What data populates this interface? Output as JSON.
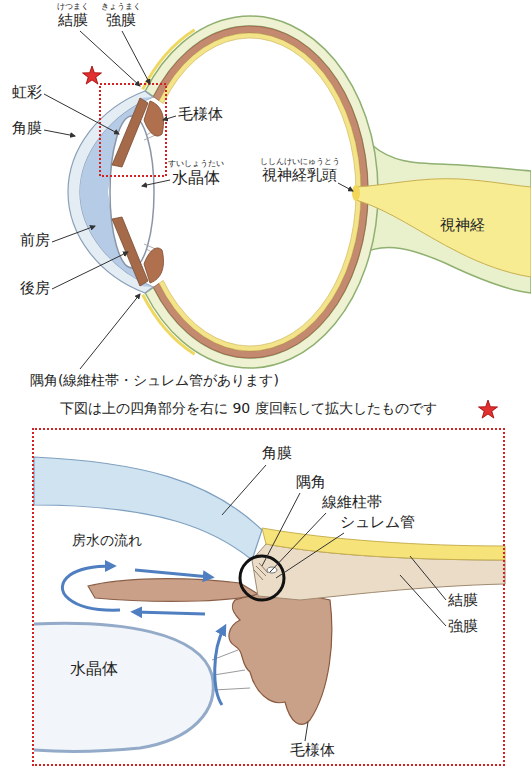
{
  "diagram": {
    "nodes": [
      {
        "text": [
          "下図は上の四角部分を右に 90 度回転して拡大したものです"
        ]
      }
    ],
    "labels": [
      "けつまく",
      "結膜",
      "きょうまく",
      "強膜",
      "虹彩",
      "毛様体",
      "角膜",
      "すいしょうたい",
      "水晶体",
      "ししんけいにゅうとう",
      "視神経乳頭",
      "視神経",
      "前房",
      "後房",
      "隅角(線維柱帯・シュレム管があります)",
      "角膜",
      "隅角",
      "線維柱帯",
      "シュレム管",
      "房水の流れ",
      "結膜",
      "強膜",
      "水晶体",
      "毛様体"
    ]
  }
}
